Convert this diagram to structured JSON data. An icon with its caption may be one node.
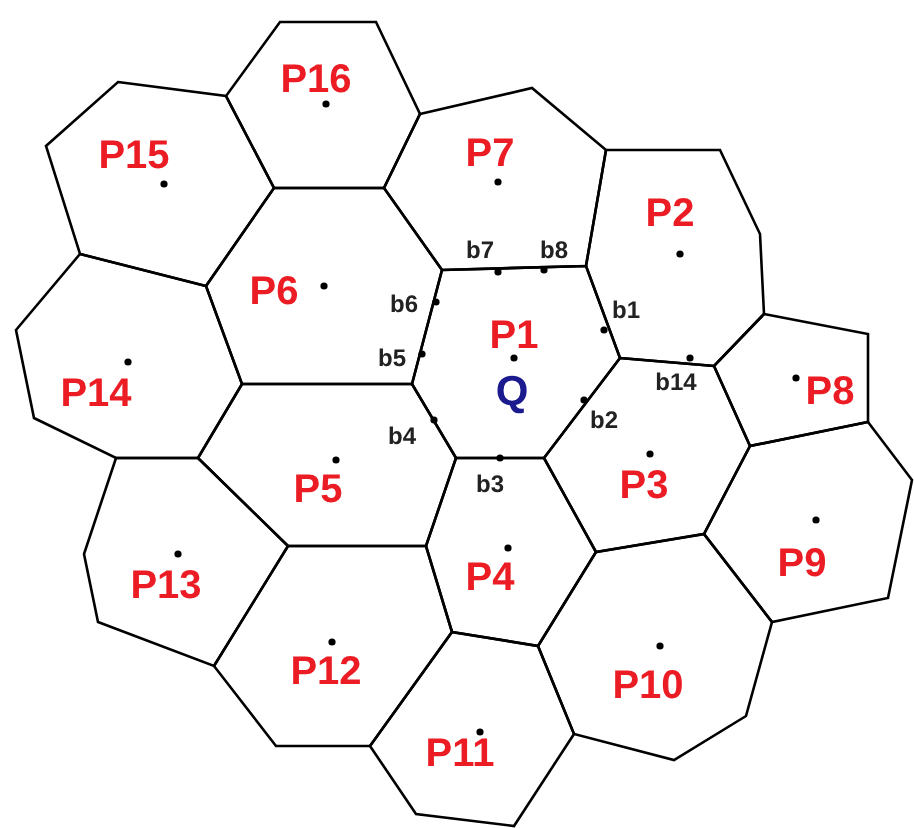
{
  "diagram": {
    "nodes": [
      {
        "text": [
          "P16"
        ]
      },
      {
        "text": [
          "P15"
        ]
      },
      {
        "text": [
          "P7"
        ]
      },
      {
        "text": [
          "P2"
        ]
      },
      {
        "text": [
          "P6"
        ]
      },
      {
        "text": [
          "P1",
          "Q"
        ]
      },
      {
        "text": [
          "P14"
        ]
      },
      {
        "text": [
          "P8"
        ]
      },
      {
        "text": [
          "P5"
        ]
      },
      {
        "text": [
          "P3"
        ]
      },
      {
        "text": [
          "P9"
        ]
      },
      {
        "text": [
          "P13"
        ]
      },
      {
        "text": [
          "P4"
        ]
      },
      {
        "text": [
          "P12"
        ]
      },
      {
        "text": [
          "P10"
        ]
      },
      {
        "text": [
          "P11"
        ]
      }
    ],
    "labels": [
      "b7",
      "b8",
      "b6",
      "b1",
      "b5",
      "b14",
      "b2",
      "b4",
      "b3"
    ]
  }
}
